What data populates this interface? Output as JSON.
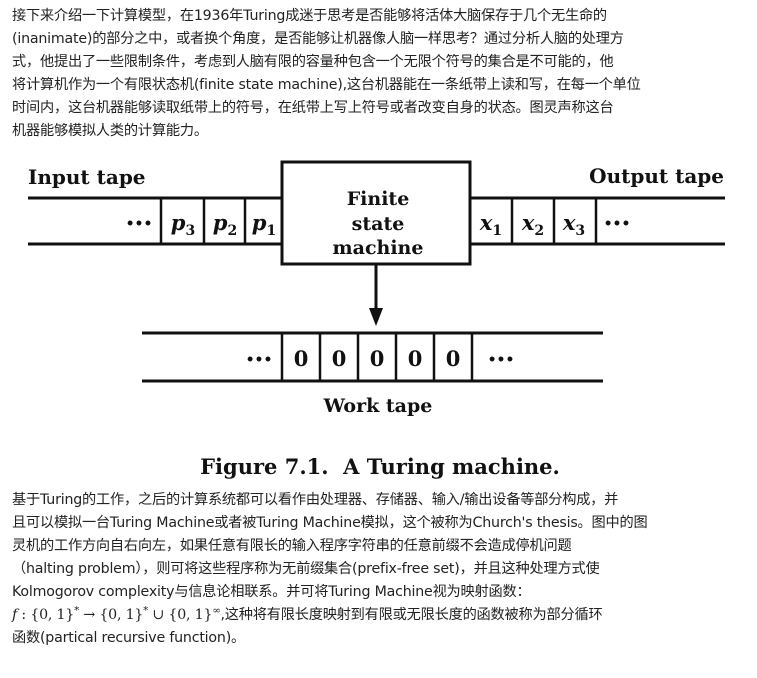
{
  "paragraph1": {
    "lines": [
      "接下来介绍一下计算模型，在1936年Turing成迷于思考是否能够将活体大脑保存于几个无生命的",
      "(inanimate)的部分之中，或者换个角度，是否能够让机器像人脑一样思考？通过分析人脑的处理方",
      "式，他提出了一些限制条件，考虑到人脑有限的容量种包含一个无限个符号的集合是不可能的，他",
      "将计算机作为一个有限状态机(finite state machine),这台机器能在一条纸带上读和写，在每一个单位",
      "时间内，这台机器能够读取纸带上的符号，在纸带上写上符号或者改变自身的状态。图灵声称这台",
      "机器能够模拟人类的计算能力。"
    ]
  },
  "figure": {
    "input_tape_label": "Input tape",
    "output_tape_label": "Output tape",
    "work_tape_label": "Work tape",
    "fsm_label_lines": [
      "Finite",
      "state",
      "machine"
    ],
    "ellipsis": "•••",
    "input_cells": [
      {
        "base": "p",
        "sub": "3"
      },
      {
        "base": "p",
        "sub": "2"
      },
      {
        "base": "p",
        "sub": "1"
      }
    ],
    "output_cells": [
      {
        "base": "x",
        "sub": "1"
      },
      {
        "base": "x",
        "sub": "2"
      },
      {
        "base": "x",
        "sub": "3"
      }
    ],
    "work_cells": [
      "0",
      "0",
      "0",
      "0",
      "0"
    ],
    "caption": "Figure 7.1.  A Turing machine."
  },
  "paragraph2": {
    "lines": [
      "基于Turing的工作，之后的计算系统都可以看作由处理器、存储器、输入/输出设备等部分构成，并",
      "且可以模拟一台Turing Machine或者被Turing Machine模拟，这个被称为Church's thesis。图中的图",
      "灵机的工作方向自右向左，如果任意有限长的输入程序字符串的任意前缀不会造成停机问题",
      "（halting problem），则可将这些程序称为无前缀集合(prefix-free set)，并且这种处理方式使",
      "Kolmogorov complexity与信息论相联系。并可将Turing Machine视为映射函数："
    ],
    "formula": {
      "f": "f",
      "colon": " : ",
      "set": "{0, 1}",
      "star": "*",
      "arrow": " → ",
      "union": " ∪ ",
      "infinity": "∞"
    },
    "formula_tail": ",这种将有限长度映射到有限或无限长度的函数被称为部分循环",
    "last_line": "函数(partical recursive function)。"
  }
}
